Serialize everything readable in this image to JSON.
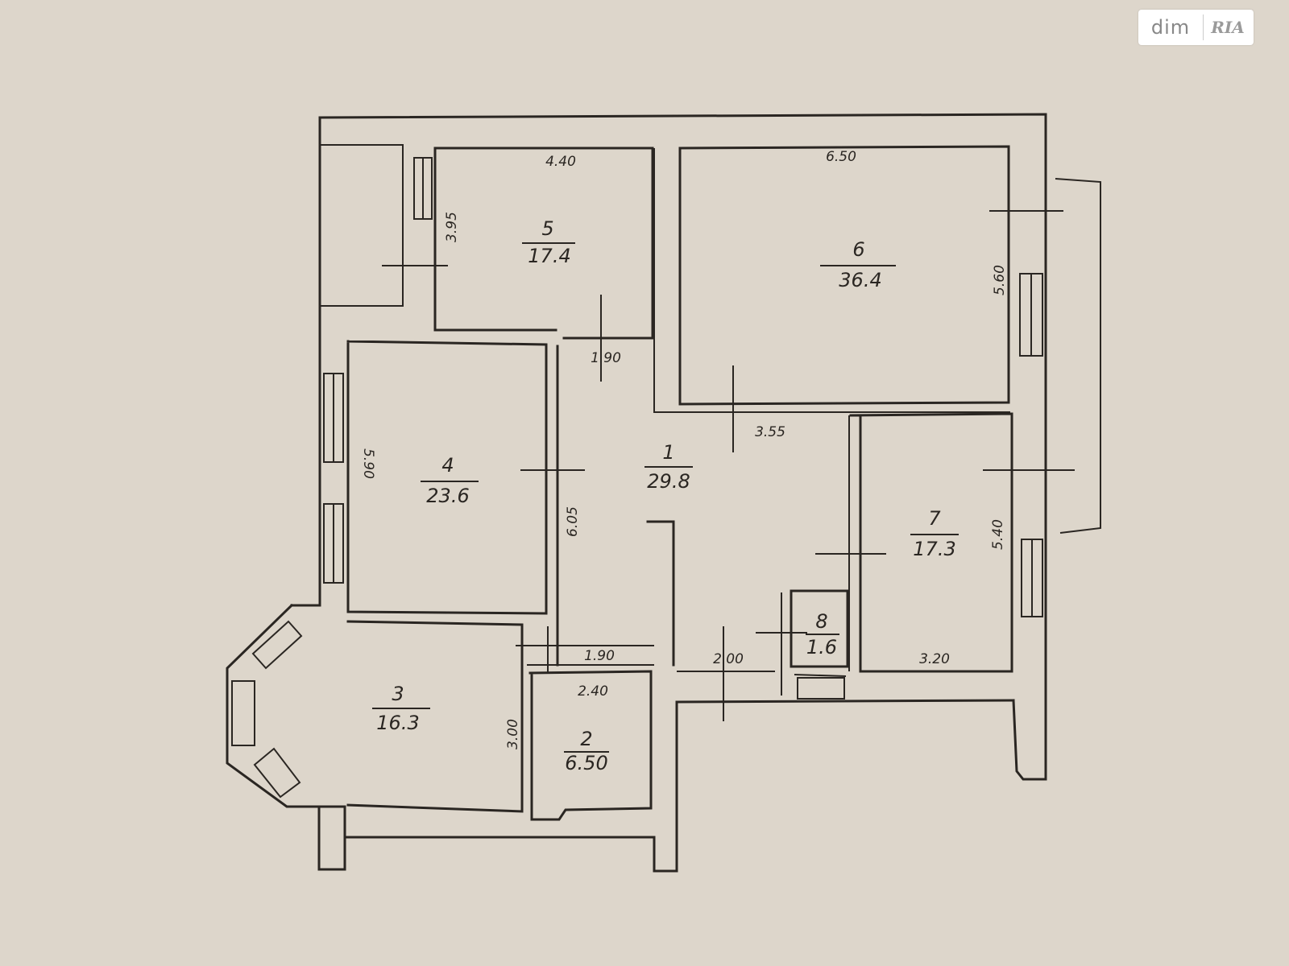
{
  "watermark": {
    "left": "dim",
    "right": "RIA"
  },
  "rooms": [
    {
      "number": "1",
      "area": "29.8"
    },
    {
      "number": "2",
      "area": "6.50"
    },
    {
      "number": "3",
      "area": "16.3"
    },
    {
      "number": "4",
      "area": "23.6"
    },
    {
      "number": "5",
      "area": "17.4"
    },
    {
      "number": "6",
      "area": "36.4"
    },
    {
      "number": "7",
      "area": "17.3"
    },
    {
      "number": "8",
      "area": "1.6"
    }
  ],
  "dimensions": {
    "room5_width": "4.40",
    "room5_height": "3.95",
    "room6_width": "6.50",
    "room6_height": "5.60",
    "corridor_door": "1.90",
    "room6_bottom": "3.55",
    "room4_height": "5.90",
    "room4_right": "6.05",
    "room7_height": "5.40",
    "room7_width": "3.20",
    "hall_bottom": "2.00",
    "room2_top": "1.90",
    "room2_width": "2.40",
    "room3_height": "3.00"
  }
}
